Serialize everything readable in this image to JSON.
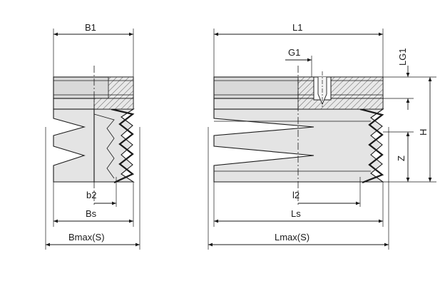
{
  "labels": {
    "b1": "B1",
    "b2": "b2",
    "bs": "Bs",
    "bmax": "Bmax(S)",
    "l1": "L1",
    "g1": "G1",
    "lg1": "LG1",
    "h": "H",
    "z": "Z",
    "l2": "l2",
    "ls": "Ls",
    "lmax": "Lmax(S)"
  },
  "colors": {
    "body_fill": "#e4e4e4",
    "cap_fill": "#d9d9d9",
    "hatch": "#444444",
    "line": "#1a1a1a"
  }
}
